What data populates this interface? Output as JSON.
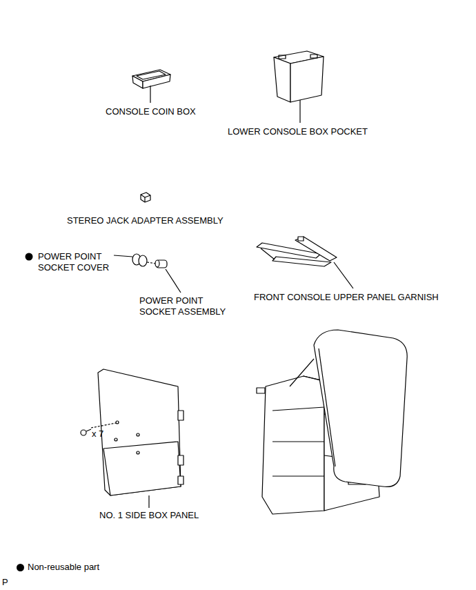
{
  "diagram": {
    "labels": [
      "CONSOLE COIN BOX",
      "LOWER CONSOLE BOX POCKET",
      "STEREO JACK ADAPTER ASSEMBLY",
      "POWER POINT SOCKET COVER",
      "POWER POINT SOCKET ASSEMBLY",
      "FRONT CONSOLE UPPER PANEL GARNISH",
      "x 7",
      "NO. 1 SIDE BOX PANEL",
      "P"
    ],
    "legend": [
      {
        "text": "Non-reusable part"
      }
    ]
  }
}
